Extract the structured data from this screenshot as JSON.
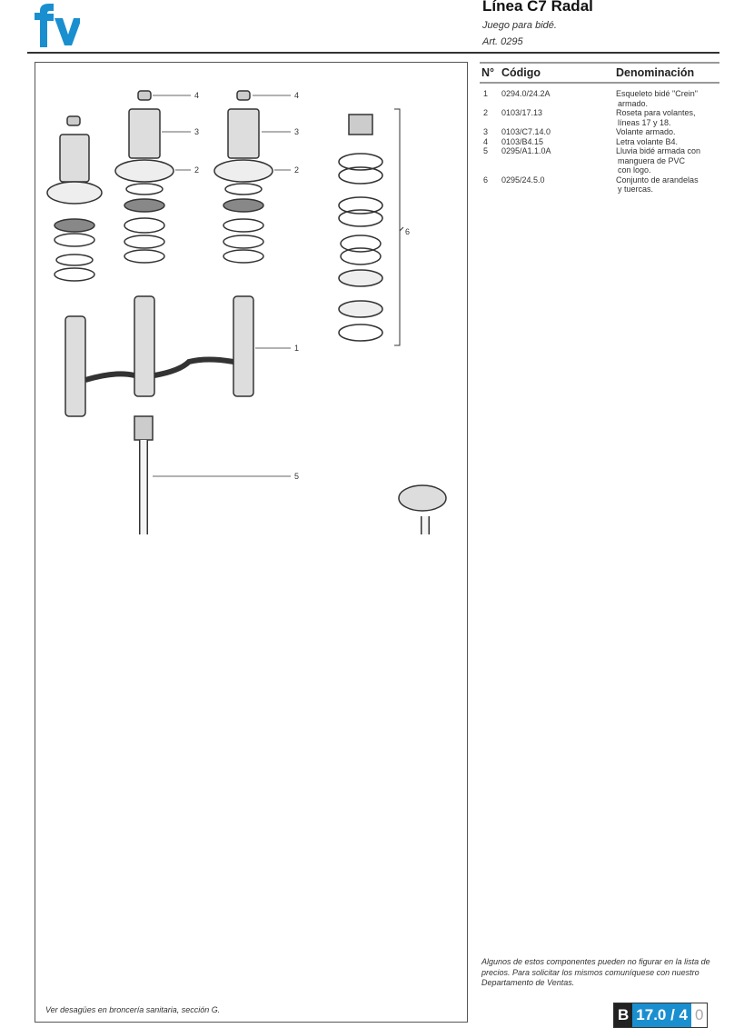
{
  "brand": {
    "logo_text": "fv",
    "color": "#1a8fd0"
  },
  "header": {
    "title": "Línea C7 Radal",
    "subtitle": "Juego para bidé.",
    "article": "Art. 0295"
  },
  "table": {
    "headers": {
      "num": "N°",
      "code": "Código",
      "name": "Denominación"
    },
    "rows": [
      {
        "num": "1",
        "code": "0294.0/24.2A",
        "name": [
          "Esqueleto bidé \"Crein\"",
          "armado."
        ]
      },
      {
        "num": "2",
        "code": "0103/17.13",
        "name": [
          "Roseta para volantes,",
          "líneas 17 y 18."
        ]
      },
      {
        "num": "3",
        "code": "0103/C7.14.0",
        "name": [
          "Volante armado."
        ]
      },
      {
        "num": "4",
        "code": "0103/B4.15",
        "name": [
          "Letra volante B4."
        ]
      },
      {
        "num": "5",
        "code": "0295/A1.1.0A",
        "name": [
          "Lluvia bidé armada con",
          "manguera de PVC",
          "con logo."
        ]
      },
      {
        "num": "6",
        "code": "0295/24.5.0",
        "name": [
          "Conjunto de arandelas",
          "y tuercas."
        ]
      }
    ]
  },
  "callouts": [
    "4",
    "4",
    "3",
    "3",
    "2",
    "2",
    "6",
    "1",
    "5"
  ],
  "note": "Algunos de estos componentes pueden no figurar en la lista de precios. Para solicitar los mismos comuníquese con nuestro Departamento de Ventas.",
  "footer_note": "Ver desagües en broncería sanitaria, sección G.",
  "page_code": {
    "section": "B",
    "number": "17.0 / 4",
    "revision": "0",
    "colors": {
      "section": "#222222",
      "number": "#1a8fd0"
    }
  }
}
